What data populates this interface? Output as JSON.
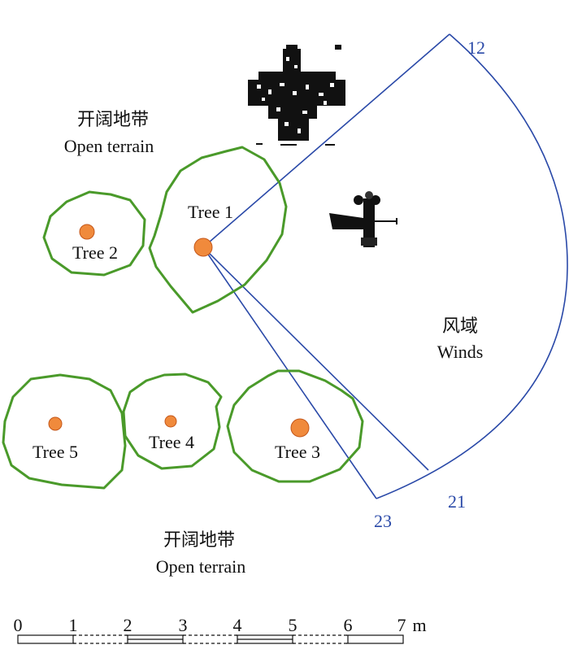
{
  "colors": {
    "crown": "#4a9a2a",
    "trunk": "#f08a3c",
    "trunk_stroke": "#c4571a",
    "wind_line": "#2a49a8",
    "text": "#111111"
  },
  "regions": {
    "top": {
      "cn": "开阔地带",
      "en": "Open terrain"
    },
    "bottom": {
      "cn": "开阔地带",
      "en": "Open terrain"
    },
    "winds": {
      "cn": "风域",
      "en": "Winds"
    }
  },
  "trees": [
    {
      "label": "Tree 1"
    },
    {
      "label": "Tree 2"
    },
    {
      "label": "Tree 3"
    },
    {
      "label": "Tree 4"
    },
    {
      "label": "Tree 5"
    }
  ],
  "wind_directions": [
    {
      "label": "12"
    },
    {
      "label": "21"
    },
    {
      "label": "23"
    }
  ],
  "scale_bar": {
    "ticks": [
      "0",
      "1",
      "2",
      "3",
      "4",
      "5",
      "6",
      "7"
    ],
    "unit": "m"
  },
  "icons": [
    "building-icon",
    "anemometer-icon"
  ]
}
